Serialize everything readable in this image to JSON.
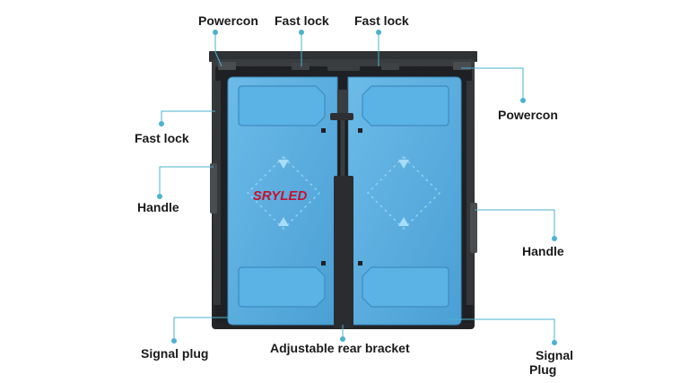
{
  "labels": {
    "powercon_top": "Powercon",
    "fast_lock_top_1": "Fast lock",
    "fast_lock_top_2": "Fast lock",
    "powercon_right": "Powercon",
    "fast_lock_left": "Fast lock",
    "handle_left": "Handle",
    "handle_right": "Handle",
    "signal_plug_left": "Signal plug",
    "adjustable_rear_bracket": "Adjustable rear bracket",
    "signal_plug_right_line1": "Signal",
    "signal_plug_right_line2": "Plug"
  },
  "brand": {
    "logo_text": "SRYLED",
    "logo_color": "#c8102e"
  },
  "colors": {
    "leader_line": "#4ab3cf",
    "panel_blue": "#55a9dc",
    "frame_dark": "#2b2e31",
    "label_text": "#1a1a1a"
  }
}
